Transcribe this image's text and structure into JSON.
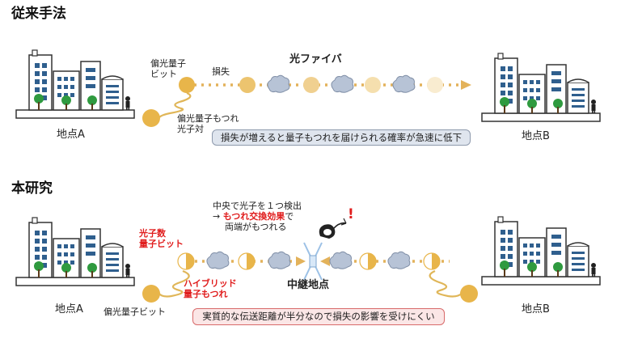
{
  "conventional": {
    "heading": "従来手法",
    "point_a": "地点A",
    "point_b": "地点B",
    "fiber_label": "光ファイバ",
    "loss_label": "損失",
    "photon_label_1": "偏光量子",
    "photon_label_2": "ビット",
    "pair_label_1": "偏光量子もつれ",
    "pair_label_2": "光子対",
    "note": "損失が増えると量子もつれを届けられる確率が急速に低下"
  },
  "proposed": {
    "heading": "本研究",
    "point_a": "地点A",
    "point_b": "地点B",
    "photon_number_label_1": "光子数",
    "photon_number_label_2": "量子ビット",
    "hybrid_label_1": "ハイブリッド",
    "hybrid_label_2": "量子もつれ",
    "polarization_label": "偏光量子ビット",
    "detect_line_1": "中央で光子を１つ検出",
    "detect_line_2_prefix": "→ ",
    "detect_line_2_red": "もつれ交換効果",
    "detect_line_2_suffix": "で",
    "detect_line_3": "両端がもつれる",
    "relay_label": "中継地点",
    "exclamation": "!",
    "note": "実質的な伝送距離が半分なので損失の影響を受けにくい"
  },
  "colors": {
    "accent_red": "#e01c1c",
    "photon_gold": "#e8b54a",
    "fiber_dots": "#e3b25a",
    "cloud_gray": "#b7c3d6",
    "building_blue": "#2f5f8e"
  }
}
